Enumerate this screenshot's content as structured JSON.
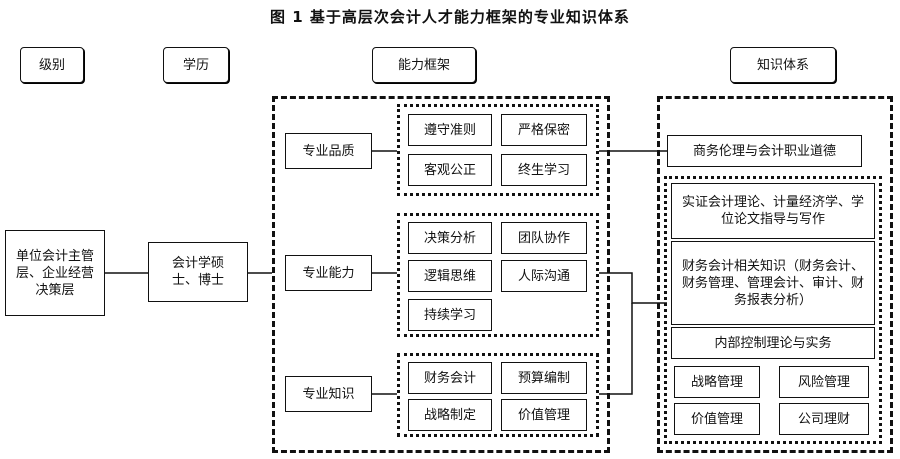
{
  "title": "图 1 基于高层次会计人才能力框架的专业知识体系",
  "headers": {
    "level": "级别",
    "education": "学历",
    "framework": "能力框架",
    "knowledge": "知识体系"
  },
  "level_box": "单位会计主管层、企业经营决策层",
  "education_box": "会计学硕士、博士",
  "quality": {
    "label": "专业品质",
    "items": [
      "遵守准则",
      "严格保密",
      "客观公正",
      "终生学习"
    ]
  },
  "ability": {
    "label": "专业能力",
    "items": [
      "决策分析",
      "团队协作",
      "逻辑思维",
      "人际沟通",
      "持续学习"
    ]
  },
  "knowledge_cat": {
    "label": "专业知识",
    "items": [
      "财务会计",
      "预算编制",
      "战略制定",
      "价值管理"
    ]
  },
  "knowledge_system": {
    "ethics": "商务伦理与会计职业道德",
    "empirical": "实证会计理论、计量经济学、学位论文指导与写作",
    "finance": "财务会计相关知识（财务会计、财务管理、管理会计、审计、财务报表分析）",
    "control": "内部控制理论与实务",
    "grid": [
      "战略管理",
      "风险管理",
      "价值管理",
      "公司理财"
    ]
  }
}
